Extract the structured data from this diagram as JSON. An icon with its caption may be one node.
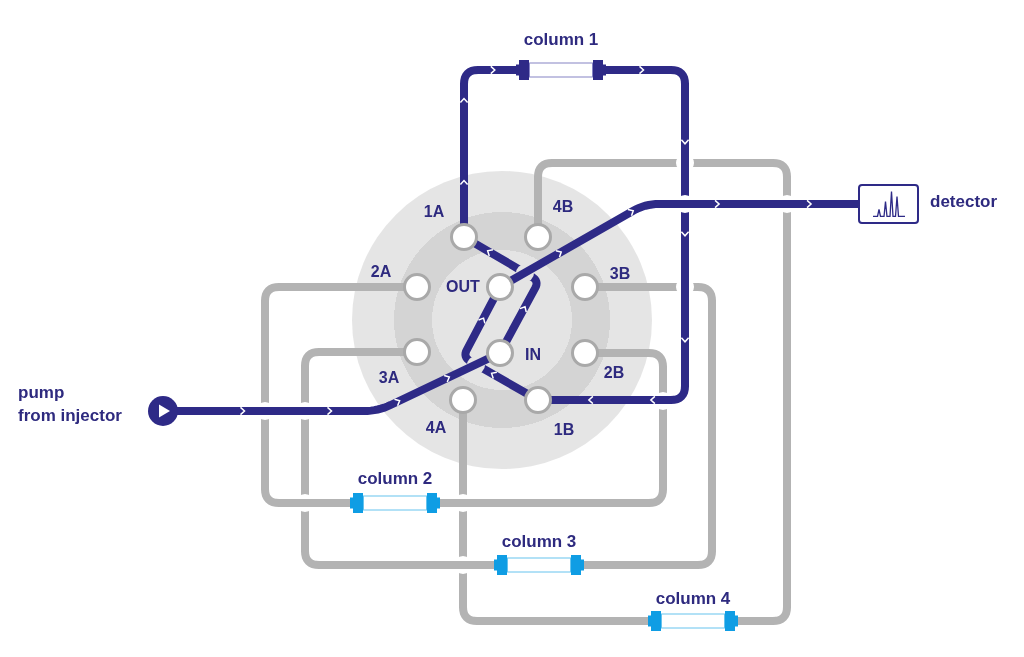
{
  "diagram": {
    "nodes": [
      {
        "text": [
          "column 1"
        ]
      },
      {
        "text": [
          "detector"
        ]
      },
      {
        "text": [],
        "shape": "circle"
      },
      {
        "text": [
          "1A"
        ],
        "in": 2
      },
      {
        "text": [
          "4B"
        ],
        "in": 2
      },
      {
        "text": [
          "2A"
        ],
        "in": 2
      },
      {
        "text": [
          "OUT"
        ],
        "in": 2
      },
      {
        "text": [
          "3B"
        ],
        "in": 2
      },
      {
        "text": [
          "3A"
        ],
        "in": 2
      },
      {
        "text": [
          "IN"
        ],
        "in": 2
      },
      {
        "text": [
          "2B"
        ],
        "in": 2
      },
      {
        "text": [
          "4A"
        ],
        "in": 2
      },
      {
        "text": [
          "1B"
        ],
        "in": 2
      },
      {
        "text": [
          "pump",
          "from injector"
        ]
      },
      {
        "text": [
          "column 2"
        ]
      },
      {
        "text": [
          "column 3"
        ]
      },
      {
        "text": [
          "column 4"
        ]
      }
    ],
    "edges": [
      {
        "from": 13,
        "to": 9,
        "arrow": "to"
      },
      {
        "from": 9,
        "to": 3,
        "arrow": "to"
      },
      {
        "from": 3,
        "to": 0,
        "arrow": "to"
      },
      {
        "from": 0,
        "to": 12,
        "arrow": "to"
      },
      {
        "from": 12,
        "to": 6,
        "arrow": "to"
      },
      {
        "from": 6,
        "to": 1,
        "arrow": "to"
      },
      {
        "from": 4,
        "to": 16,
        "arrow": "none",
        "color": "#b3b3b3"
      },
      {
        "from": 11,
        "to": 16,
        "arrow": "none",
        "color": "#b3b3b3"
      },
      {
        "from": 7,
        "to": 15,
        "arrow": "none",
        "color": "#b3b3b3"
      },
      {
        "from": 8,
        "to": 15,
        "arrow": "none",
        "color": "#b3b3b3"
      },
      {
        "from": 5,
        "to": 14,
        "arrow": "none",
        "color": "#b3b3b3"
      },
      {
        "from": 10,
        "to": 14,
        "arrow": "none",
        "color": "#b3b3b3"
      }
    ]
  }
}
